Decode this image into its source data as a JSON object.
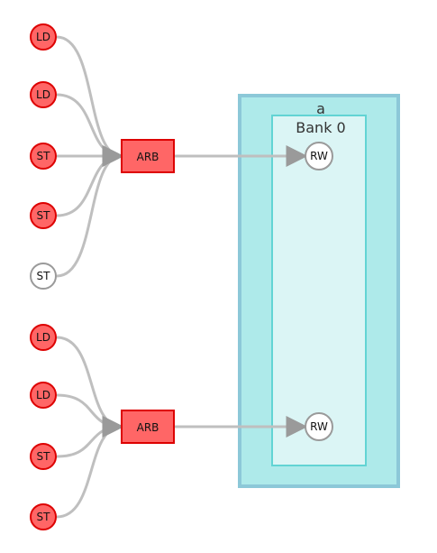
{
  "memory": {
    "name": "a",
    "bank_label": "Bank 0",
    "colors": {
      "outer_fill": "#aeeaea",
      "outer_stroke": "#8cc8d8",
      "inner_fill": "#dbf5f5",
      "inner_stroke": "#62d4d4"
    }
  },
  "groups": [
    {
      "arbiter": {
        "label": "ARB",
        "fill": "#ff6666",
        "stroke": "#dd0000"
      },
      "port": {
        "label": "RW"
      },
      "accesses": [
        {
          "label": "LD",
          "active": true
        },
        {
          "label": "LD",
          "active": true
        },
        {
          "label": "ST",
          "active": true
        },
        {
          "label": "ST",
          "active": true
        },
        {
          "label": "ST",
          "active": false
        }
      ]
    },
    {
      "arbiter": {
        "label": "ARB",
        "fill": "#ff6666",
        "stroke": "#dd0000"
      },
      "port": {
        "label": "RW"
      },
      "accesses": [
        {
          "label": "LD",
          "active": true
        },
        {
          "label": "LD",
          "active": true
        },
        {
          "label": "ST",
          "active": true
        },
        {
          "label": "ST",
          "active": true
        }
      ]
    }
  ],
  "edge_color": "#bfbfbf"
}
